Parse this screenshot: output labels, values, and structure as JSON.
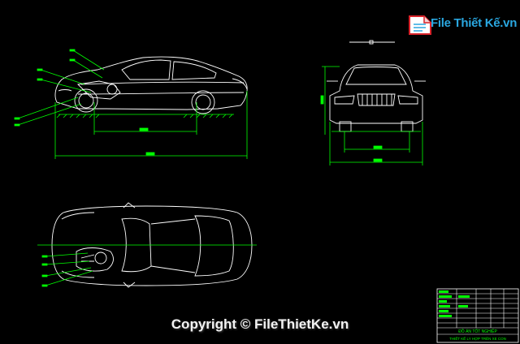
{
  "watermark": {
    "brand": "File Thiết Kế.vn",
    "copyright": "Copyright © FileThietKe.vn"
  },
  "title_block": {
    "line1": "ĐỒ ÁN TỐT NGHIỆP",
    "line2": "THIẾT KẾ LY HỢP TRÊN XE CON"
  },
  "colors": {
    "background": "#000000",
    "outline": "#ffffff",
    "dimension": "#00ff00",
    "logo_red": "#d8232a",
    "logo_blue": "#2aa7e0"
  }
}
